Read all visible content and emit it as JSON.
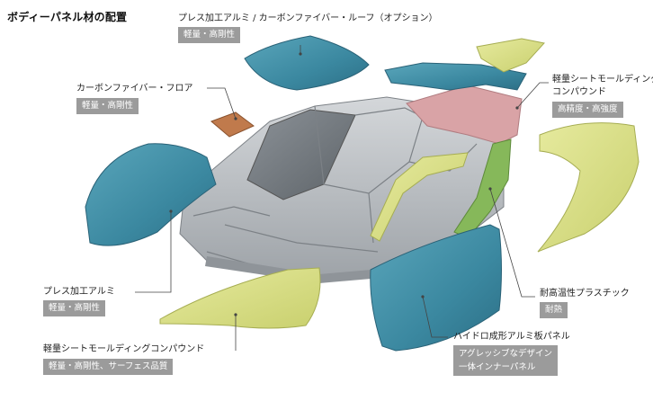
{
  "title": "ボディーパネル材の配置",
  "callouts": {
    "roof": {
      "label": "プレス加工アルミ / カーボンファイバー・ルーフ（オプション）",
      "tag": "軽量・高剛性"
    },
    "floor": {
      "label": "カーボンファイバー・フロア",
      "tag": "軽量・高剛性"
    },
    "rear_smc": {
      "label_line1": "軽量シートモールディング",
      "label_line2": "コンパウンド",
      "tag": "高精度・高強度"
    },
    "hood": {
      "label": "プレス加工アルミ",
      "tag": "軽量・高剛性"
    },
    "heat_plastic": {
      "label": "耐高温性プラスチック",
      "tag": "耐熱"
    },
    "front_fender": {
      "label": "軽量シートモールディングコンパウンド",
      "tag": "軽量・高剛性、サーフェス品質"
    },
    "door": {
      "label": "ハイドロ成形アルミ板パネル",
      "tag_line1": "アグレッシブなデザイン",
      "tag_line2": "一体インナーパネル"
    }
  },
  "colors": {
    "aluminum_blue": "#3f8fa6",
    "smc_yellow": "#d9df86",
    "heat_plastic_green": "#86b85a",
    "rear_pink": "#d9a3a6",
    "carbon_floor": "#c07a4c",
    "chassis_gray": "#b8bcc0",
    "tag_gray": "#9b9b9b"
  }
}
